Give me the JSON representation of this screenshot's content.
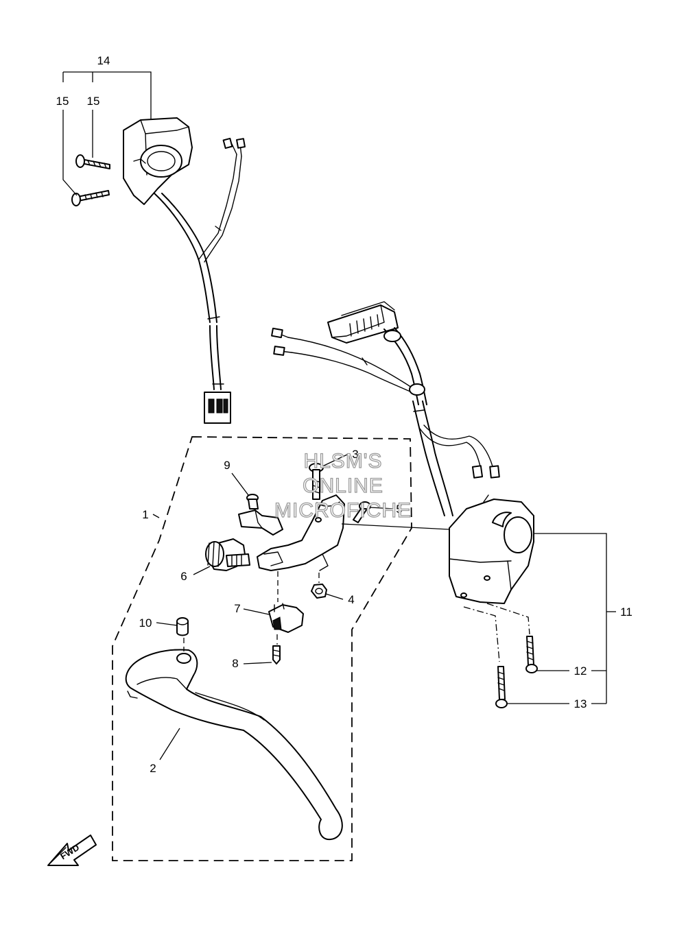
{
  "callouts": {
    "c1": "1",
    "c2": "2",
    "c3": "3",
    "c4": "4",
    "c5": "5",
    "c6": "6",
    "c7": "7",
    "c8": "8",
    "c9": "9",
    "c10": "10",
    "c11": "11",
    "c12": "12",
    "c13": "13",
    "c14": "14",
    "c15a": "15",
    "c15b": "15"
  },
  "watermark": {
    "line1": "HLSM'S",
    "line2": "ONLINE",
    "line3": "MICROFICHE"
  },
  "direction_badge": "FWD"
}
